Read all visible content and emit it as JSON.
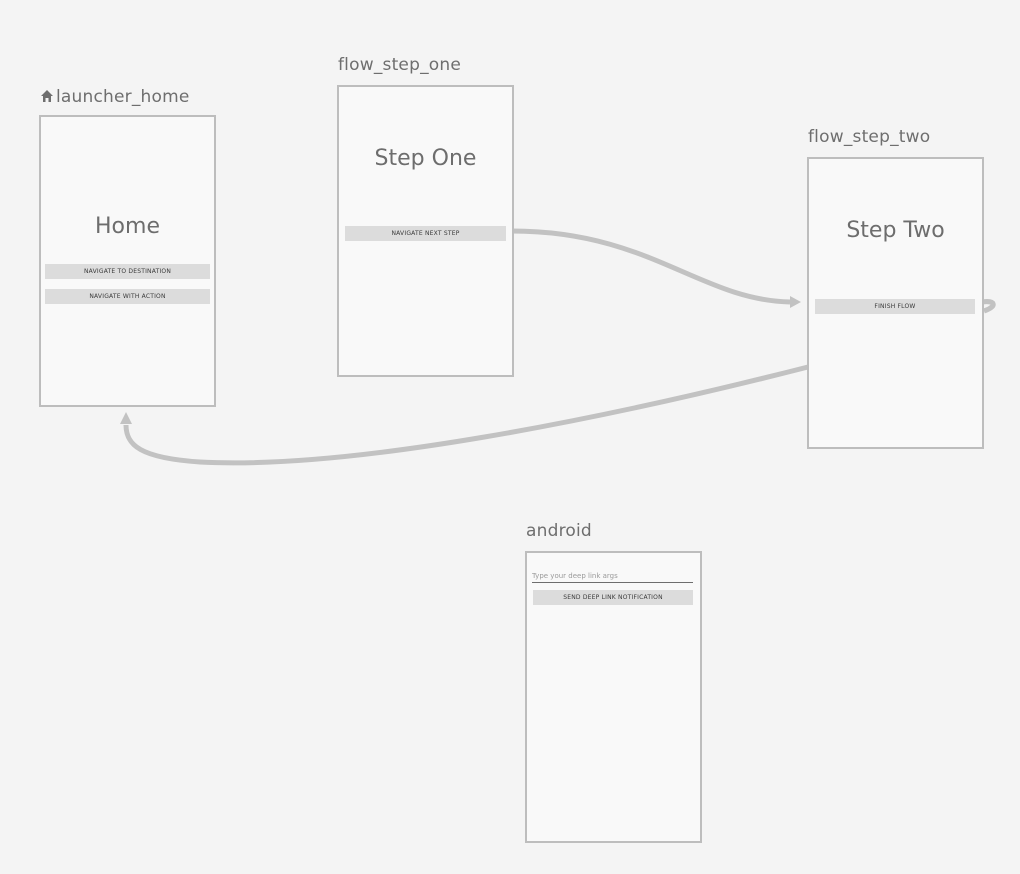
{
  "destinations": {
    "launcher_home": {
      "label": "launcher_home",
      "icon": "home-icon",
      "title": "Home",
      "buttons": [
        "NAVIGATE TO DESTINATION",
        "NAVIGATE WITH ACTION"
      ]
    },
    "flow_step_one": {
      "label": "flow_step_one",
      "title": "Step One",
      "buttons": [
        "NAVIGATE NEXT STEP"
      ]
    },
    "flow_step_two": {
      "label": "flow_step_two",
      "title": "Step Two",
      "buttons": [
        "FINISH FLOW"
      ]
    },
    "android": {
      "label": "android",
      "input_placeholder": "Type your deep link args",
      "buttons": [
        "SEND DEEP LINK NOTIFICATION"
      ]
    }
  },
  "actions": [
    {
      "from": "flow_step_one",
      "to": "flow_step_two"
    },
    {
      "from": "flow_step_two",
      "to": "flow_step_two"
    },
    {
      "from": "flow_step_two",
      "to": "launcher_home"
    }
  ],
  "colors": {
    "canvas": "#f4f4f4",
    "screen_border": "#bdbdbd",
    "arrow": "#c2c2c2",
    "button": "#dcdcdc"
  }
}
